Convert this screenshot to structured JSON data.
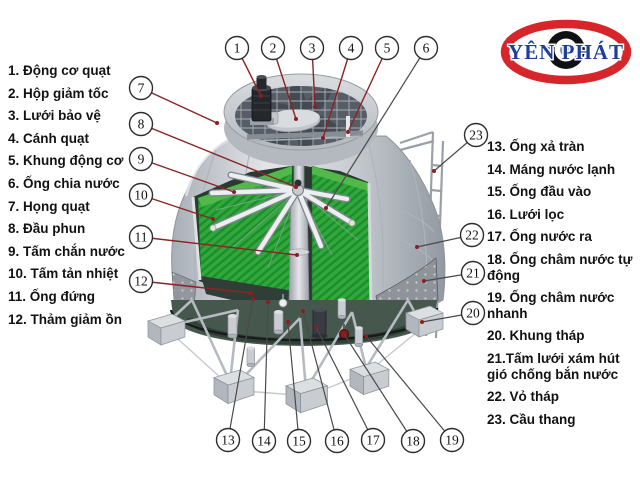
{
  "logo": {
    "text": "YÊN PHÁT"
  },
  "parts_left": [
    "1. Động cơ quạt",
    "2. Hộp giảm tốc",
    "3. Lưới bảo vệ",
    "4. Cánh quạt",
    "5. Khung động cơ",
    "6. Ống chia nước",
    "7. Họng quạt",
    "8. Đầu phun",
    "9. Tấm chắn nước",
    "10. Tấm tản nhiệt",
    "11. Ống đứng",
    "12. Thảm giảm ồn"
  ],
  "parts_right": [
    "13. Ống xả tràn",
    "14. Máng nước lạnh",
    "15. Ống đầu vào",
    "16. Lưới lọc",
    "17. Ống nước ra",
    "18. Ống châm nước tự động",
    "19. Ống châm nước nhanh",
    "20. Khung tháp",
    "21.Tấm lưới xám hút gió chống bắn nước",
    "22. Vỏ tháp",
    "23. Cầu thang"
  ],
  "callouts": [
    "1",
    "2",
    "3",
    "4",
    "5",
    "6",
    "7",
    "8",
    "9",
    "10",
    "11",
    "12",
    "13",
    "14",
    "15",
    "16",
    "17",
    "18",
    "19",
    "20",
    "21",
    "22",
    "23"
  ],
  "colors": {
    "leader_red": "#8b2424",
    "leader_dark": "#4a4a4a",
    "fill_green": "#2fa83c",
    "basin_green": "#46574d",
    "shell_gray": "#c9cdd2",
    "logo_red": "#d6252b",
    "logo_blue": "#1e3f9e",
    "motor_black": "#24272c"
  }
}
